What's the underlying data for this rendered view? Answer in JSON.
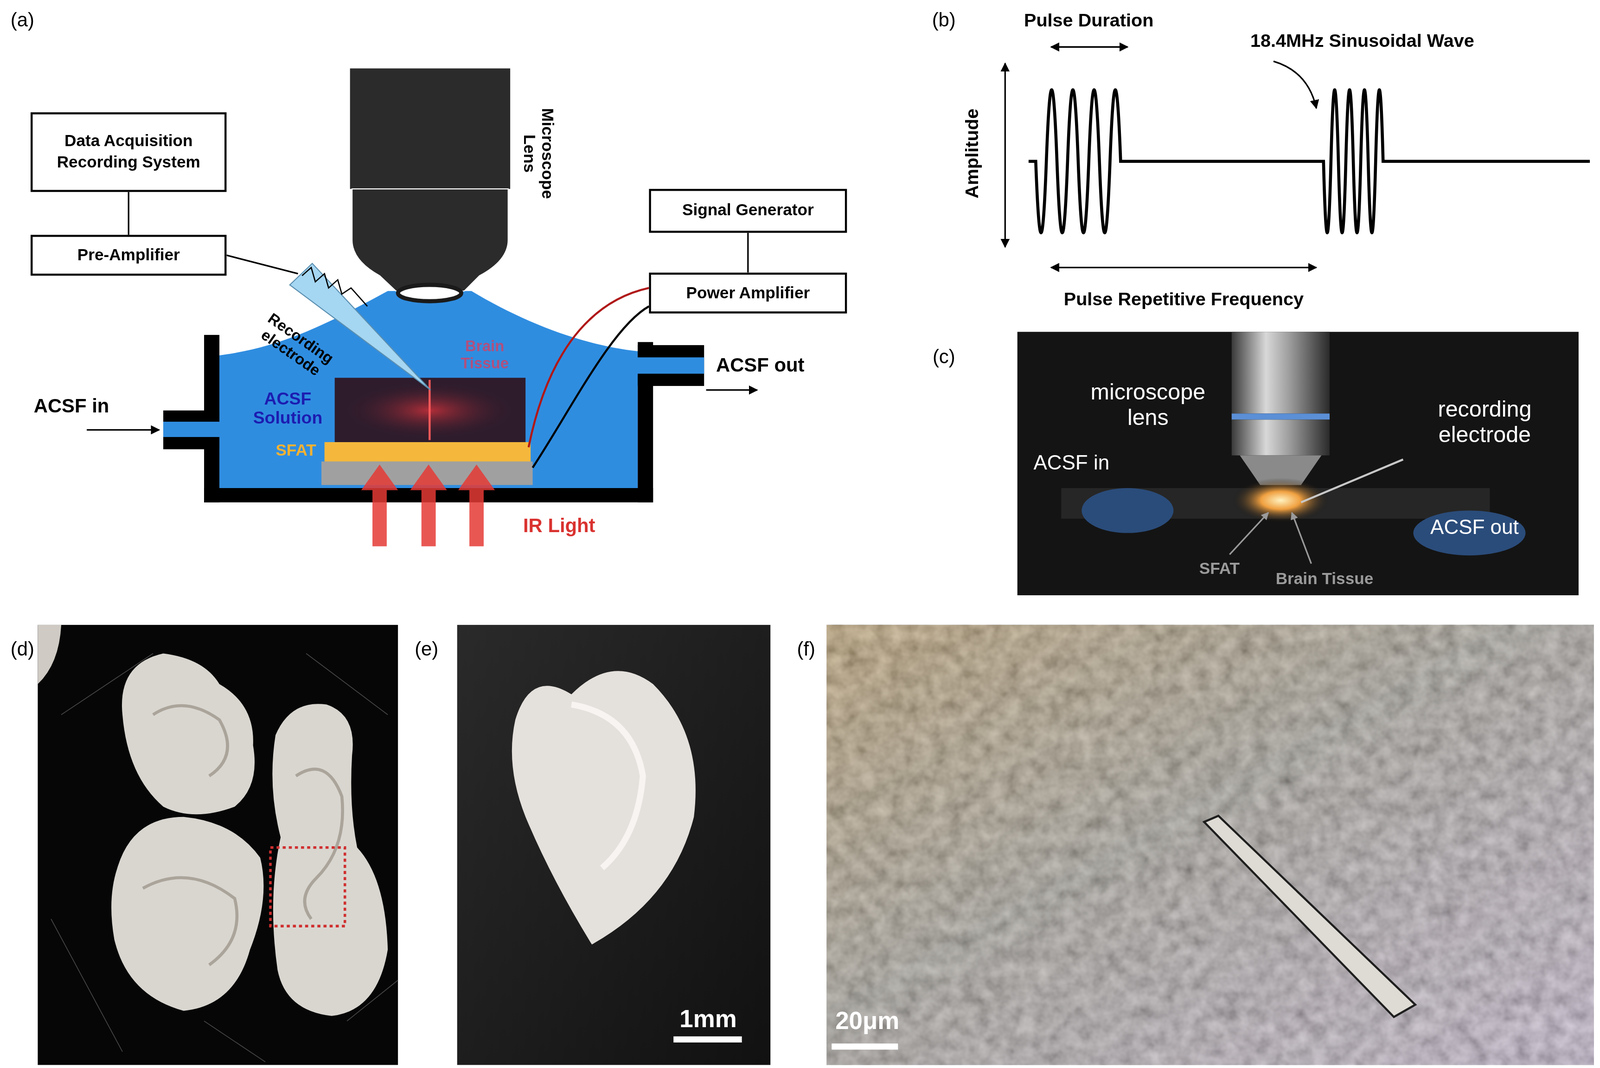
{
  "diagram": {
    "nodes": [
      {
        "text": [
          "Data Acquisition Recording System"
        ]
      },
      {
        "text": [
          "Pre-Amplifier"
        ]
      },
      {
        "text": [
          "Signal Generator"
        ]
      },
      {
        "text": [
          "Power Amplifier"
        ]
      }
    ],
    "edges": [
      {
        "from": 0,
        "to": 1,
        "arrow": "none"
      },
      {
        "from": 2,
        "to": 3,
        "arrow": "none"
      }
    ],
    "labels": [
      "(a)",
      "(b)",
      "(c)",
      "(d)",
      "(e)",
      "(f)",
      "Microscope Lens",
      "Recording electrode",
      "Brain Tissue",
      "ACSF Solution",
      "SFAT",
      "IR Light",
      "ACSF in",
      "ACSF out",
      "Pulse Duration",
      "18.4MHz Sinusoidal Wave",
      "Amplitude",
      "Pulse Repetitive Frequency",
      "microscope lens",
      "recording electrode",
      "ACSF in",
      "ACSF out",
      "SFAT",
      "Brain Tissue",
      "1mm",
      "20μm"
    ]
  }
}
